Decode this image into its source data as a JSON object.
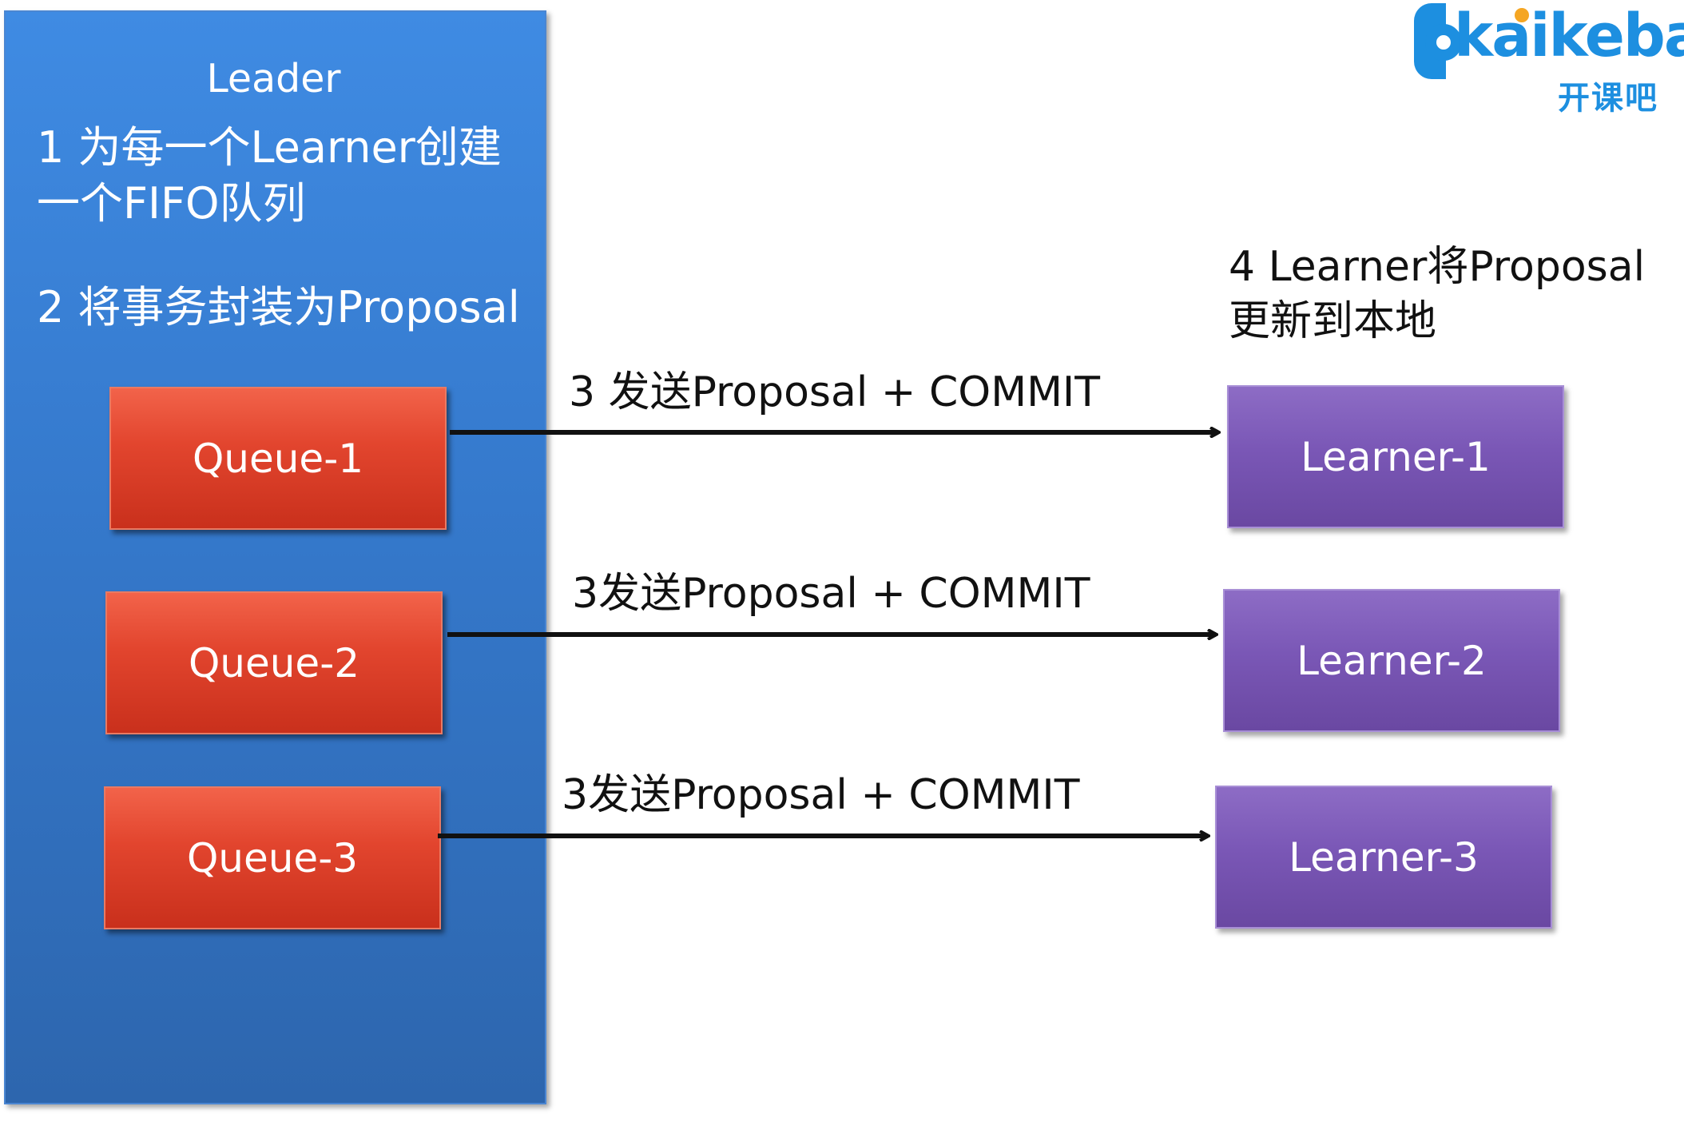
{
  "leader": {
    "title": "Leader",
    "step1": "1 为每一个Learner创建\n一个FIFO队列",
    "step2": "2 将事务封装为Proposal"
  },
  "queues": [
    "Queue-1",
    "Queue-2",
    "Queue-3"
  ],
  "learners": [
    "Learner-1",
    "Learner-2",
    "Learner-3"
  ],
  "arrow_labels": [
    "3 发送Proposal + COMMIT",
    "3发送Proposal + COMMIT",
    "3发送Proposal + COMMIT"
  ],
  "learner_note": "4 Learner将Proposal\n更新到本地",
  "logo": {
    "word": "kaikeba",
    "sub": "开课吧"
  },
  "colors": {
    "leader_panel": "#3579cc",
    "queue": "#e2452e",
    "learner": "#7a57b6",
    "arrow": "#111111",
    "logo": "#1d8fe0"
  }
}
